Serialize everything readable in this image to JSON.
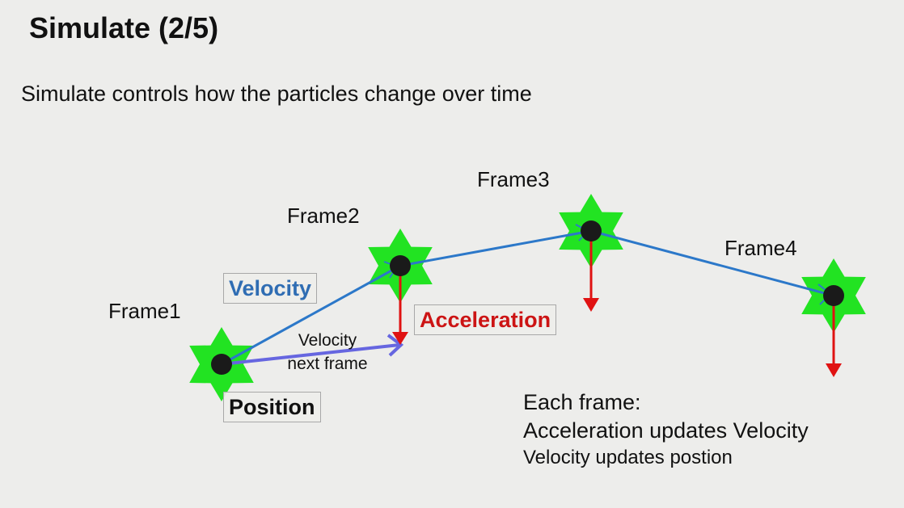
{
  "slide": {
    "title": "Simulate (2/5)",
    "subtitle": "Simulate controls how the particles change over time"
  },
  "diagram": {
    "frames": [
      {
        "label": "Frame1"
      },
      {
        "label": "Frame2"
      },
      {
        "label": "Frame3"
      },
      {
        "label": "Frame4"
      }
    ],
    "labels": {
      "velocity": "Velocity",
      "acceleration": "Acceleration",
      "position": "Position",
      "velocity_next_line1": "Velocity",
      "velocity_next_line2": "next frame"
    },
    "colors": {
      "particle_star": "#22e322",
      "particle_dot": "#1a1a1a",
      "path_line": "#2c78c9",
      "velocity_next_arrow": "#6666e0",
      "acceleration_arrow": "#e01212",
      "velocity_text": "#2f6db3",
      "acceleration_text": "#cc1414"
    }
  },
  "notes": {
    "line1": "Each frame:",
    "line2": "Acceleration updates Velocity",
    "line3": "Velocity updates postion"
  }
}
